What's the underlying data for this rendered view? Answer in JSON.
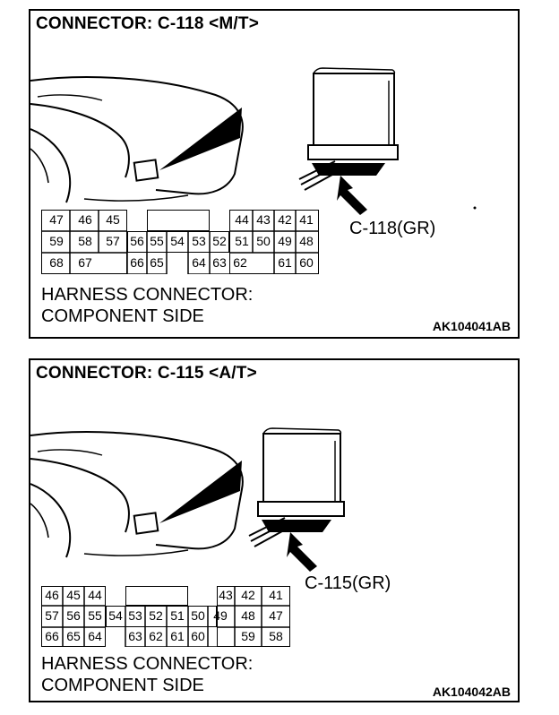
{
  "top": {
    "title": "CONNECTOR: C-118 <M/T>",
    "callout": "C-118(GR)",
    "desc_line1": "HARNESS CONNECTOR:",
    "desc_line2": "COMPONENT SIDE",
    "code": "AK104041AB",
    "pins": {
      "row1": [
        "47",
        "46",
        "45",
        "44",
        "43",
        "42",
        "41"
      ],
      "row2": [
        "59",
        "58",
        "57",
        "56",
        "55",
        "54",
        "53",
        "52",
        "51",
        "50",
        "49",
        "48"
      ],
      "row3": [
        "68",
        "67",
        "66",
        "65",
        "64",
        "63",
        "62",
        "61",
        "60"
      ]
    }
  },
  "bottom": {
    "title": "CONNECTOR: C-115 <A/T>",
    "callout": "C-115(GR)",
    "desc_line1": "HARNESS CONNECTOR:",
    "desc_line2": "COMPONENT SIDE",
    "code": "AK104042AB",
    "pins": {
      "row1": [
        "46",
        "45",
        "44",
        "43",
        "42",
        "41"
      ],
      "row2": [
        "57",
        "56",
        "55",
        "54",
        "53",
        "52",
        "51",
        "50",
        "49",
        "48",
        "47"
      ],
      "row3": [
        "66",
        "65",
        "64",
        "63",
        "62",
        "61",
        "60",
        "59",
        "58"
      ]
    }
  }
}
